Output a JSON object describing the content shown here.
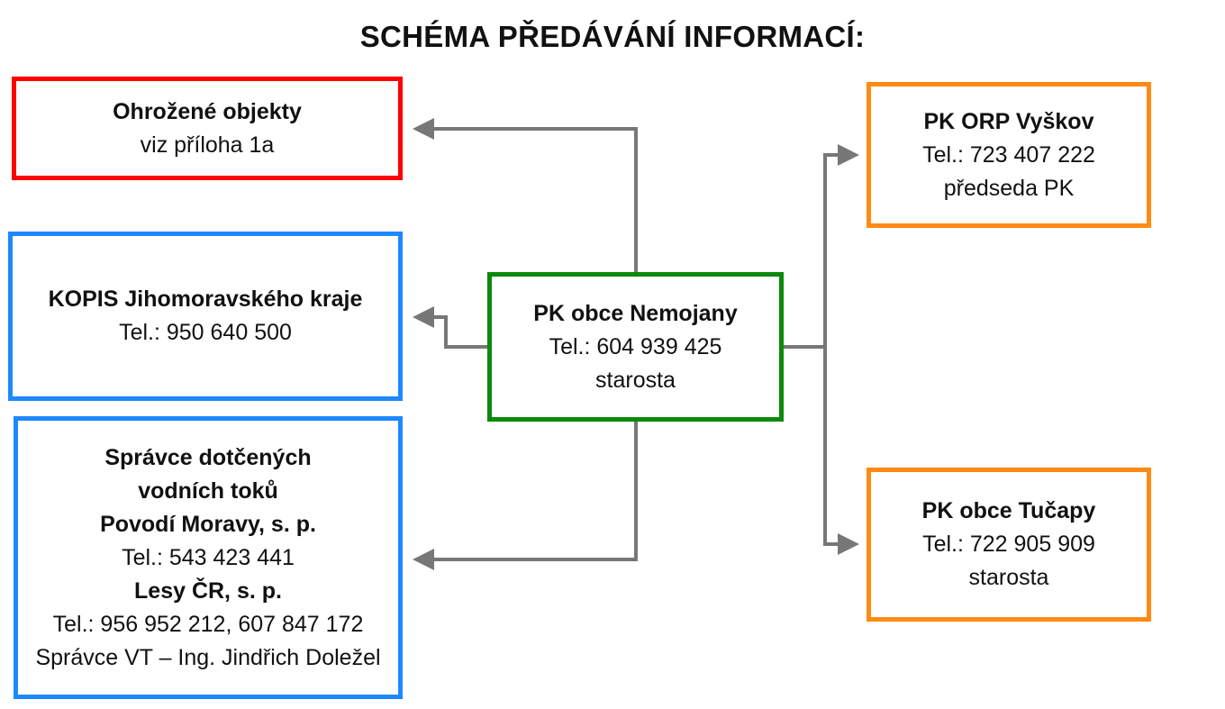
{
  "title": "SCHÉMA PŘEDÁVÁNÍ INFORMACÍ:",
  "colors": {
    "red": "#ff0000",
    "blue": "#1e88ff",
    "green": "#0b8a0b",
    "orange": "#ff8a14",
    "connector": "#777777"
  },
  "nodes": {
    "center": {
      "lines": [
        {
          "text": "PK obce Nemojany",
          "bold": true
        },
        {
          "text": "Tel.: 604 939 425",
          "bold": false
        },
        {
          "text": "starosta",
          "bold": false
        }
      ]
    },
    "threatened": {
      "lines": [
        {
          "text": "Ohrožené objekty",
          "bold": true
        },
        {
          "text": "viz příloha 1a",
          "bold": false
        }
      ]
    },
    "kopis": {
      "lines": [
        {
          "text": "KOPIS Jihomoravského kraje",
          "bold": true
        },
        {
          "text": "Tel.: 950 640 500",
          "bold": false
        }
      ]
    },
    "watercourses": {
      "lines": [
        {
          "text": "Správce dotčených",
          "bold": true
        },
        {
          "text": "vodních toků",
          "bold": true
        },
        {
          "text": "Povodí Moravy, s. p.",
          "bold": true
        },
        {
          "text": "Tel.: 543 423 441",
          "bold": false
        },
        {
          "text": "Lesy ČR, s. p.",
          "bold": true
        },
        {
          "text": "Tel.: 956 952 212, 607 847 172",
          "bold": false
        },
        {
          "text": "Správce VT – Ing. Jindřich Doležel",
          "bold": false
        }
      ]
    },
    "orp": {
      "lines": [
        {
          "text": "PK ORP Vyškov",
          "bold": true
        },
        {
          "text": "Tel.: 723 407 222",
          "bold": false
        },
        {
          "text": "předseda PK",
          "bold": false
        }
      ]
    },
    "tucapy": {
      "lines": [
        {
          "text": "PK obce Tučapy",
          "bold": true
        },
        {
          "text": "Tel.: 722 905 909",
          "bold": false
        },
        {
          "text": "starosta",
          "bold": false
        }
      ]
    }
  }
}
